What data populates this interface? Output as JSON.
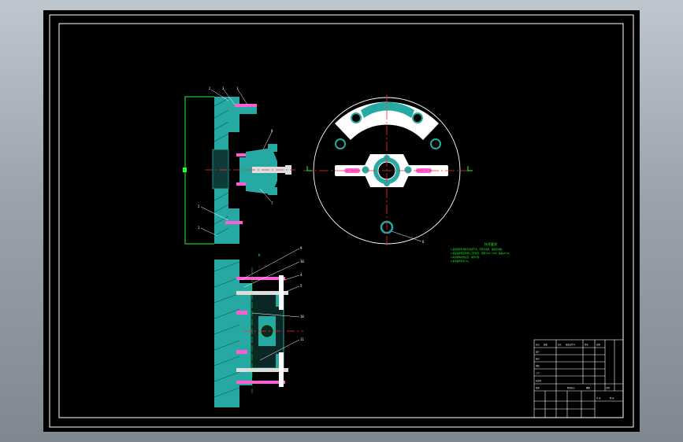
{
  "drawing": {
    "colors": {
      "frame": "#ffffff",
      "part": "#27a9a3",
      "centerline": "#ff2a2a",
      "dimension": "#22ff22",
      "bolt": "#ff5cd6",
      "sheet": "#000000"
    },
    "balloons_side": [
      "2",
      "3",
      "1",
      "8",
      "7",
      "2",
      "1"
    ],
    "balloons_bottom": [
      "9",
      "10",
      "4",
      "5",
      "10",
      "11"
    ],
    "balloon_top_view": "6",
    "section_label": "K",
    "notes": {
      "title": "技术要求",
      "lines": [
        "1.装配前所有零件应清洗干净，不得有毛刺、铁屑等杂物。",
        "2.装配后检查定位销与工件配合，间隙 0.02~0.05，偏差≤0.01。",
        "3.夹紧机构动作灵活，夹紧可靠。",
        "4.未注倒角均为 C1。"
      ]
    },
    "title_block": {
      "cells": [
        "标记",
        "处数",
        "分区",
        "更改文件号",
        "签名",
        "日期",
        "设计",
        "校对",
        "审核",
        "工艺",
        "标准化",
        "批准",
        "阶段标记",
        "重量",
        "比例",
        "共 张",
        "第 张"
      ]
    }
  }
}
